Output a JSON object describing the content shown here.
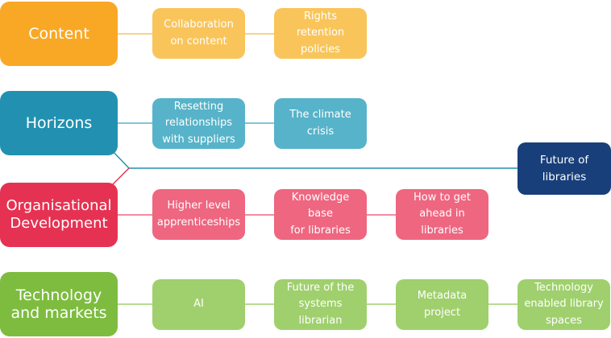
{
  "themes": [
    {
      "key": "content",
      "label": "Content",
      "color": "#F9A825",
      "sub_color": "#F9C55A",
      "items": [
        "Collaboration\non content",
        "Rights\nretention\npolicies"
      ]
    },
    {
      "key": "horizons",
      "label": "Horizons",
      "color": "#2291B1",
      "sub_color": "#57B3C9",
      "items": [
        "Resetting\nrelationships\nwith suppliers",
        "The climate\ncrisis"
      ]
    },
    {
      "key": "organisational-development",
      "label": "Organisational\nDevelopment",
      "color": "#E63252",
      "sub_color": "#EE6680",
      "items": [
        "Higher level\napprenticeships",
        "Knowledge\nbase\nfor libraries",
        "How to get\nahead in\nlibraries"
      ]
    },
    {
      "key": "technology-and-markets",
      "label": "Technology\nand markets",
      "color": "#7DBC3F",
      "sub_color": "#9FD06D",
      "items": [
        "AI",
        "Future of the\nsystems\nlibrarian",
        "Metadata\nproject",
        "Technology\nenabled library\nspaces"
      ]
    }
  ],
  "shared": {
    "label": "Future of\nlibraries",
    "color": "#183F7A"
  }
}
